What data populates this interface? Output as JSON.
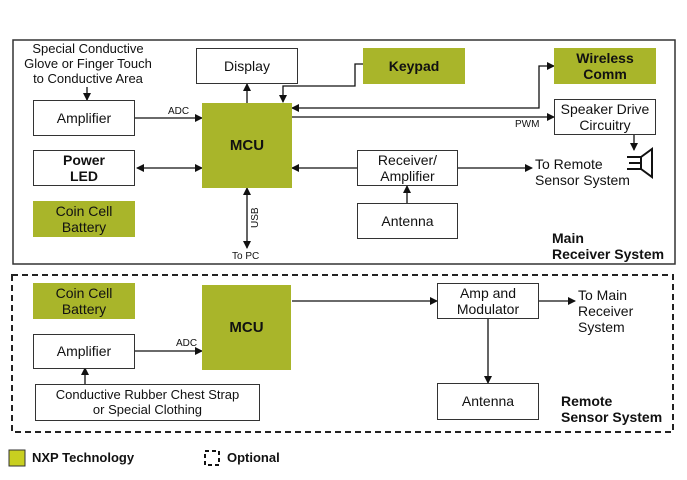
{
  "colors": {
    "nxp_green": "#a9b52a",
    "line": "#222222"
  },
  "main_system": {
    "title": "Main\nReceiver System",
    "touch_label": "Special Conductive\nGlove or Finger Touch\nto Conductive Area",
    "amplifier": "Amplifier",
    "adc": "ADC",
    "display": "Display",
    "keypad": "Keypad",
    "wireless": "Wireless\nComm",
    "mcu": "MCU",
    "speaker_drive": "Speaker Drive\nCircuitry",
    "pwm": "PWM",
    "power_led": "Power\nLED",
    "coin_cell": "Coin Cell\nBattery",
    "receiver": "Receiver/\nAmplifier",
    "antenna": "Antenna",
    "to_remote": "To Remote\nSensor System",
    "usb": "USB",
    "to_pc": "To PC"
  },
  "remote_system": {
    "title": "Remote\nSensor System",
    "coin_cell": "Coin Cell\nBattery",
    "mcu": "MCU",
    "amplifier": "Amplifier",
    "adc": "ADC",
    "strap": "Conductive Rubber Chest Strap\nor Special Clothing",
    "amp_mod": "Amp and\nModulator",
    "to_main": "To Main\nReceiver\nSystem",
    "antenna": "Antenna"
  },
  "legend": {
    "nxp": "NXP Technology",
    "optional": "Optional"
  }
}
